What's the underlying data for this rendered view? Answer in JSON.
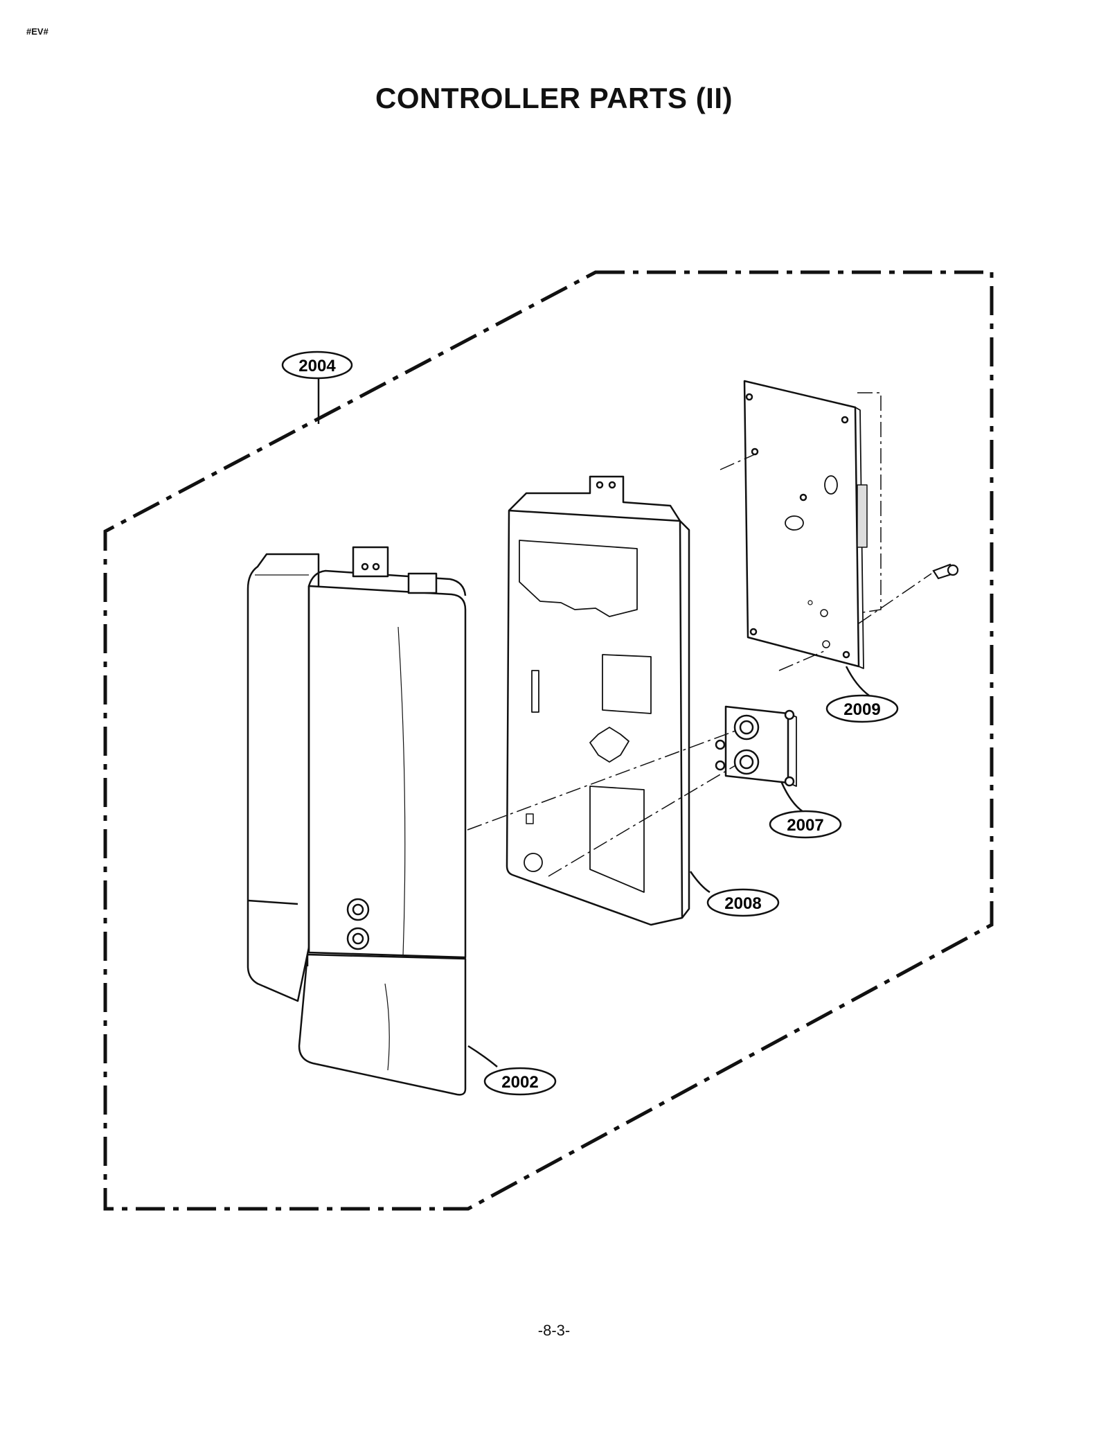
{
  "header": {
    "doc_code": "#EV#",
    "title": "CONTROLLER PARTS (II)"
  },
  "callouts": [
    {
      "id": "2004",
      "label": "2004"
    },
    {
      "id": "2009",
      "label": "2009"
    },
    {
      "id": "2007",
      "label": "2007"
    },
    {
      "id": "2008",
      "label": "2008"
    },
    {
      "id": "2002",
      "label": "2002"
    }
  ],
  "footer": {
    "page_number": "-8-3-"
  }
}
